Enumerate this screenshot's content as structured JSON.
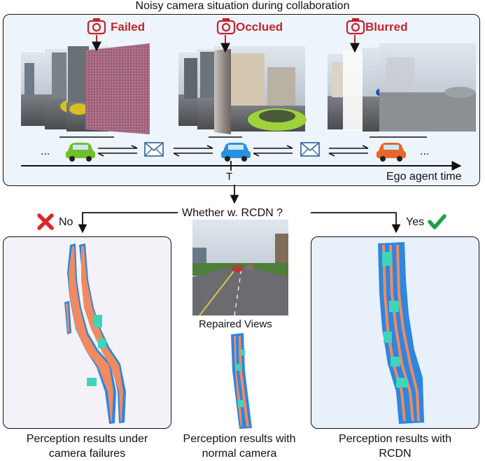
{
  "title": "Noisy camera situation during collaboration",
  "situations": [
    {
      "label": "Failed",
      "icon": "camera-icon",
      "agent_color": "#6fbf2a"
    },
    {
      "label": "Occlued",
      "icon": "camera-icon",
      "agent_color": "#2a8fe0"
    },
    {
      "label": "Blurred",
      "icon": "camera-icon",
      "agent_color": "#e8662a"
    }
  ],
  "timeline": {
    "ellipsis": "...",
    "marker": "T",
    "axis_label": "Ego agent time"
  },
  "question": "Whether w. RCDN ?",
  "branch_no": {
    "label": "No",
    "icon": "cross-icon"
  },
  "branch_yes": {
    "label": "Yes",
    "icon": "check-icon"
  },
  "repaired_caption": "Repaired Views",
  "captions": {
    "left_1": "Perception results under",
    "left_2": "camera failures",
    "middle_1": "Perception results with",
    "middle_2": "normal camera",
    "right_1": "Perception results with",
    "right_2": "RCDN"
  },
  "colors": {
    "accent_red": "#c0262b",
    "road_orange": "#f08a60",
    "road_blue": "#2d86df",
    "teal": "#3dd6b8",
    "check_green": "#1f9e4a"
  }
}
